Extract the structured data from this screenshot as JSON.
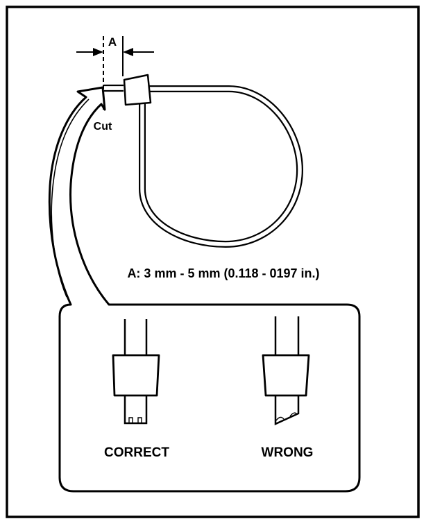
{
  "dimension": {
    "label": "A",
    "spec": "A: 3 mm - 5 mm (0.118 - 0197 in.)"
  },
  "cut_label": "Cut",
  "examples": {
    "correct": "CORRECT",
    "wrong": "WRONG"
  },
  "colors": {
    "line": "#000000",
    "background": "#ffffff"
  }
}
